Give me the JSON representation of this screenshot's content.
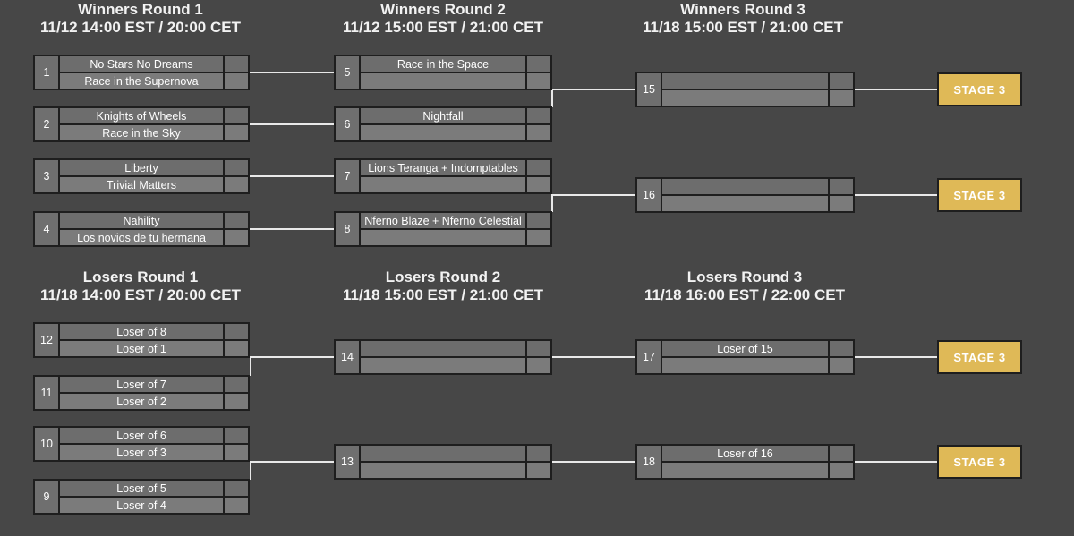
{
  "bracket": {
    "sections": [
      {
        "title": "Winners Round 1",
        "datetime": "11/12 14:00 EST / 20:00 CET"
      },
      {
        "title": "Winners Round 2",
        "datetime": "11/12 15:00 EST / 21:00 CET"
      },
      {
        "title": "Winners Round 3",
        "datetime": "11/18 15:00 EST / 21:00 CET"
      },
      {
        "title": "Losers Round 1",
        "datetime": "11/18 14:00 EST / 20:00 CET"
      },
      {
        "title": "Losers Round 2",
        "datetime": "11/18 15:00 EST / 21:00 CET"
      },
      {
        "title": "Losers Round 3",
        "datetime": "11/18 16:00 EST / 22:00 CET"
      }
    ],
    "matches": {
      "m1": {
        "seed": "1",
        "top": "No Stars No Dreams",
        "bottom": "Race in the Supernova"
      },
      "m2": {
        "seed": "2",
        "top": "Knights of Wheels",
        "bottom": "Race in the Sky"
      },
      "m3": {
        "seed": "3",
        "top": "Liberty",
        "bottom": "Trivial Matters"
      },
      "m4": {
        "seed": "4",
        "top": "Nahility",
        "bottom": "Los novios de tu hermana"
      },
      "m5": {
        "seed": "5",
        "top": "Race in the Space",
        "bottom": ""
      },
      "m6": {
        "seed": "6",
        "top": "Nightfall",
        "bottom": ""
      },
      "m7": {
        "seed": "7",
        "top": "Lions Teranga + Indomptables",
        "bottom": ""
      },
      "m8": {
        "seed": "8",
        "top": "Nferno Blaze + Nferno Celestial",
        "bottom": ""
      },
      "m15": {
        "seed": "15",
        "top": "",
        "bottom": ""
      },
      "m16": {
        "seed": "16",
        "top": "",
        "bottom": ""
      },
      "m12": {
        "seed": "12",
        "top": "Loser of 8",
        "bottom": "Loser of 1"
      },
      "m11": {
        "seed": "11",
        "top": "Loser of 7",
        "bottom": "Loser of 2"
      },
      "m10": {
        "seed": "10",
        "top": "Loser of 6",
        "bottom": "Loser of 3"
      },
      "m9": {
        "seed": "9",
        "top": "Loser of 5",
        "bottom": "Loser of 4"
      },
      "m14": {
        "seed": "14",
        "top": "",
        "bottom": ""
      },
      "m13": {
        "seed": "13",
        "top": "",
        "bottom": ""
      },
      "m17": {
        "seed": "17",
        "top": "Loser of 15",
        "bottom": ""
      },
      "m18": {
        "seed": "18",
        "top": "Loser of 16",
        "bottom": ""
      }
    },
    "stage_label": "STAGE 3",
    "colors": {
      "background": "#474747",
      "cell_top_row": "#6d6d6d",
      "cell_bottom_row": "#7b7b7b",
      "seed_cell": "#6f6f6f",
      "border": "#1e1e1e",
      "connector_line": "#e9e9e9",
      "stage_box": "#dfb957",
      "text": "#ffffff"
    }
  }
}
